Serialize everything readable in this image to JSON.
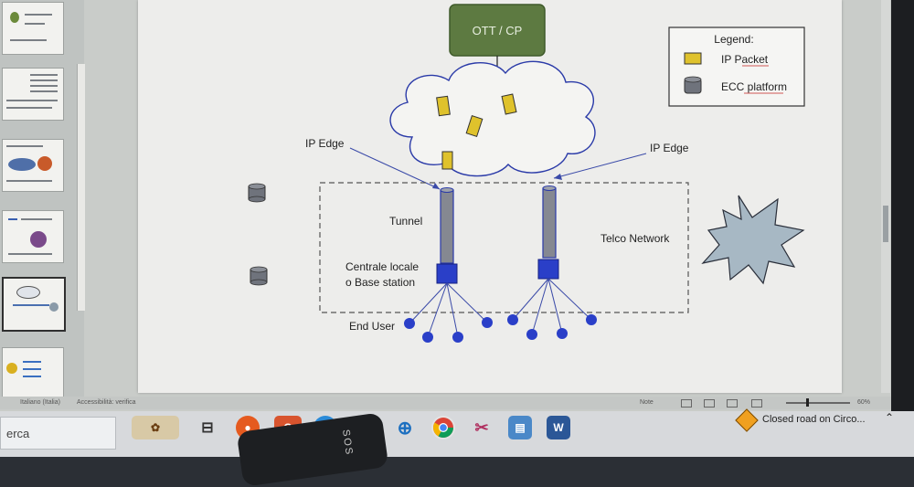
{
  "slide": {
    "ott_label": "OTT / CP",
    "legend_title": "Legend:",
    "legend_packet": "IP Packet",
    "legend_ecc": "ECC platform",
    "ip_edge_left": "IP Edge",
    "ip_edge_right": "IP Edge",
    "tunnel": "Tunnel",
    "telco_network": "Telco Network",
    "centrale_line1": "Centrale locale",
    "centrale_line2": "o Base station",
    "end_user": "End User"
  },
  "status_bar": {
    "language": "Italiano (Italia)",
    "accessibility": "Accessibilità: verifica",
    "notes": "Note",
    "zoom": "60%"
  },
  "taskbar": {
    "search_text": "erca",
    "notification": "Closed road on Circo..."
  },
  "thumbnails": {
    "numbers": [
      "",
      "",
      "",
      "",
      "",
      "",
      ""
    ]
  },
  "device_label": "SOS",
  "colors": {
    "ott_fill": "#5d7a41",
    "packet_fill": "#dfc22c",
    "node_blue": "#2a3fc8",
    "cylinder": "#6f737c",
    "star_fill": "#a7b8c4"
  }
}
